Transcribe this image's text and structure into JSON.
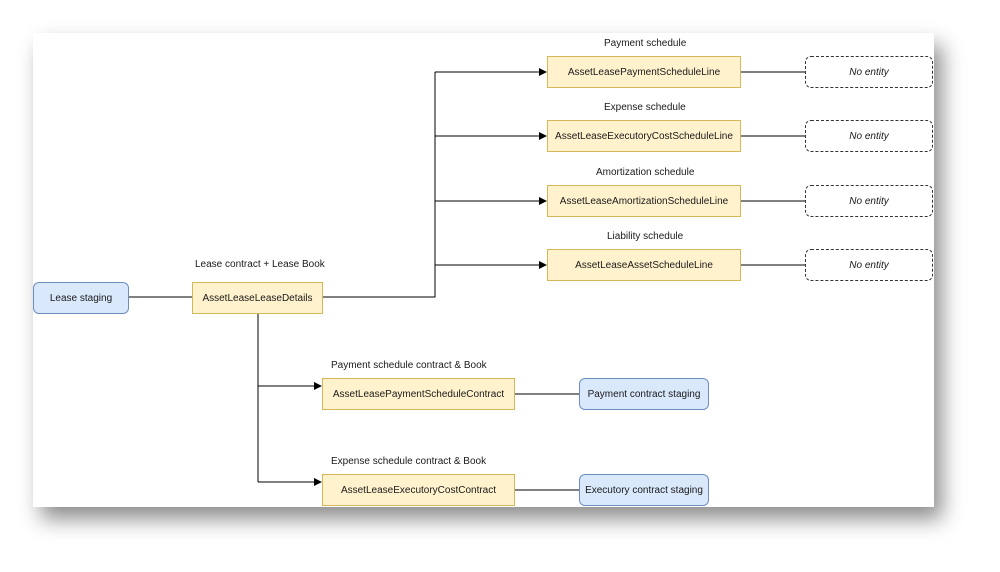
{
  "diagram": {
    "nodes": {
      "lease_staging": "Lease staging",
      "lease_details": "AssetLeaseLeaseDetails",
      "payment_schedule_line": "AssetLeasePaymentScheduleLine",
      "executory_cost_schedule_line": "AssetLeaseExecutoryCostScheduleLine",
      "amortization_schedule_line": "AssetLeaseAmortizationScheduleLine",
      "asset_schedule_line": "AssetLeaseAssetScheduleLine",
      "no_entity_1": "No entity",
      "no_entity_2": "No entity",
      "no_entity_3": "No entity",
      "no_entity_4": "No entity",
      "payment_schedule_contract": "AssetLeasePaymentScheduleContract",
      "payment_contract_staging": "Payment contract staging",
      "executory_cost_contract": "AssetLeaseExecutoryCostContract",
      "executory_contract_staging": "Executory contract staging"
    },
    "labels": {
      "lease_contract_book": "Lease contract + Lease Book",
      "payment_schedule": "Payment schedule",
      "expense_schedule": "Expense schedule",
      "amortization_schedule": "Amortization schedule",
      "liability_schedule": "Liability schedule",
      "payment_schedule_contract_book": "Payment schedule contract & Book",
      "expense_schedule_contract_book": "Expense schedule contract & Book"
    },
    "colors": {
      "entity_fill": "#fff2cc",
      "entity_border": "#d6b656",
      "staging_fill": "#dae8fc",
      "staging_border": "#6c8ebf",
      "line": "#000000"
    }
  }
}
